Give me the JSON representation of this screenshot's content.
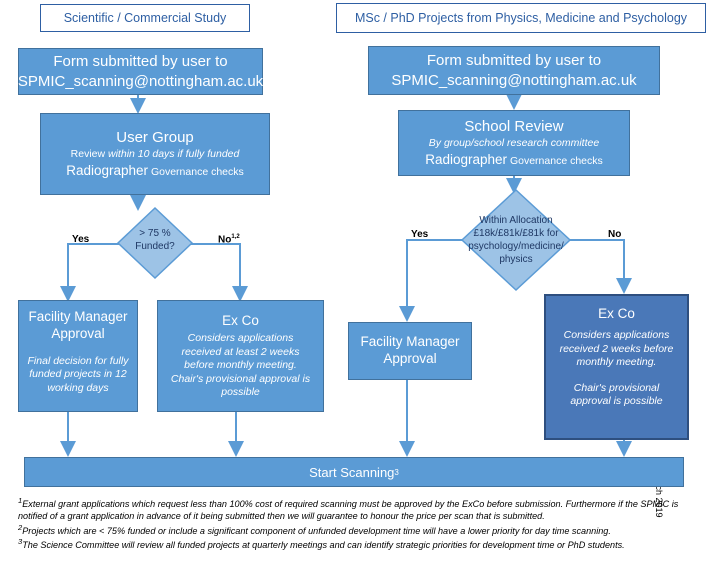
{
  "headers": {
    "left": "Scientific / Commercial Study",
    "right": "MSc / PhD Projects from Physics, Medicine and Psychology"
  },
  "left": {
    "form_line1": "Form submitted by user to",
    "form_line2": "SPMIC_scanning@nottingham.ac.uk",
    "review_title": "User Group",
    "review_line_a": "Review ",
    "review_line_b": "within 10 days if fully funded",
    "review_bold": "Radiographer",
    "review_rest": " Governance checks",
    "decision": "> 75 % Funded?",
    "yes": "Yes",
    "no": "No",
    "no_sup": "1,2",
    "facility_title": "Facility Manager Approval",
    "facility_text": "Final decision for fully funded projects in 12 working days",
    "exco_title": "Ex Co",
    "exco_text": "Considers applications received at least 2 weeks before monthly meeting.",
    "exco_text2": "Chair's provisional approval is possible"
  },
  "right": {
    "form_line1": "Form submitted by user to",
    "form_line2": "SPMIC_scanning@nottingham.ac.uk",
    "review_title": "School Review",
    "review_sub": "By group/school research committee",
    "review_bold": "Radiographer",
    "review_rest": " Governance checks",
    "decision": "Within Allocation £18k/£81k/£81k for psychology/medicine/ physics",
    "yes": "Yes",
    "no": "No",
    "facility_title": "Facility Manager Approval",
    "exco_title": "Ex Co",
    "exco_text": "Considers applications received 2 weeks before monthly meeting.",
    "exco_text2": "Chair's provisional approval is possible"
  },
  "start": {
    "label": "Start Scanning",
    "sup": "3"
  },
  "date": "March 2019",
  "footnotes": [
    {
      "sup": "1",
      "text": "External grant applications which request less than 100% cost of required scanning must be approved by the ExCo before submission. Furthermore if the SPMIC is notified of a grant application in advance of it being submitted then we will guarantee to honour the price per scan that is submitted."
    },
    {
      "sup": "2",
      "text": "Projects which are < 75% funded or include a significant component of unfunded development time will have a lower priority for day time scanning."
    },
    {
      "sup": "3",
      "text": "The Science Committee will review all funded projects at quarterly meetings and can identify strategic priorities for development time or PhD students."
    }
  ],
  "colors": {
    "box": "#5b9bd5",
    "box_dark": "#4a78b8",
    "diamond": "#9dc3e6",
    "header_border": "#2e5fa3"
  }
}
